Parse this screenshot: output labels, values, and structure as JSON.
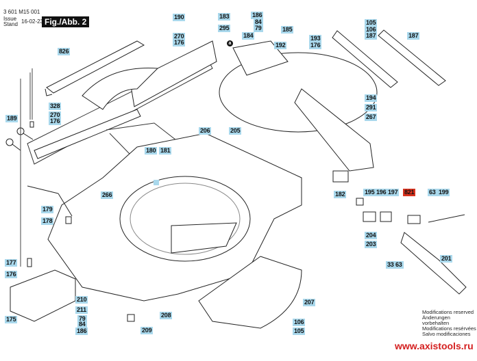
{
  "header": {
    "part_number": "3 601 M15 001",
    "issue_label": "Issue",
    "stand_label": "Stand",
    "date": "16-02-23",
    "figure": "Fig./Abb. 2"
  },
  "callout_marker": "a",
  "colors": {
    "label_bg": "#a9d8ec",
    "highlight_label_bg": "#d8321e",
    "website_text": "#d42020",
    "figure_bg": "#111111"
  },
  "part_labels": [
    {
      "id": "826",
      "highlight": false
    },
    {
      "id": "190",
      "highlight": false
    },
    {
      "id": "270",
      "highlight": false
    },
    {
      "id": "176",
      "highlight": false
    },
    {
      "id": "183",
      "highlight": false
    },
    {
      "id": "295",
      "highlight": false
    },
    {
      "id": "186",
      "highlight": false
    },
    {
      "id": "84",
      "highlight": false
    },
    {
      "id": "79",
      "highlight": false
    },
    {
      "id": "185",
      "highlight": false
    },
    {
      "id": "184",
      "highlight": false
    },
    {
      "id": "193",
      "highlight": false
    },
    {
      "id": "176",
      "highlight": false
    },
    {
      "id": "192",
      "highlight": false
    },
    {
      "id": "105",
      "highlight": false
    },
    {
      "id": "106",
      "highlight": false
    },
    {
      "id": "187",
      "highlight": false
    },
    {
      "id": "187",
      "highlight": false
    },
    {
      "id": "328",
      "highlight": false
    },
    {
      "id": "270",
      "highlight": false
    },
    {
      "id": "176",
      "highlight": false
    },
    {
      "id": "189",
      "highlight": false
    },
    {
      "id": "194",
      "highlight": false
    },
    {
      "id": "291",
      "highlight": false
    },
    {
      "id": "267",
      "highlight": false
    },
    {
      "id": "206",
      "highlight": false
    },
    {
      "id": "205",
      "highlight": false
    },
    {
      "id": "180",
      "highlight": false
    },
    {
      "id": "181",
      "highlight": false
    },
    {
      "id": "266",
      "highlight": false
    },
    {
      "id": "182",
      "highlight": false
    },
    {
      "id": "195",
      "highlight": false
    },
    {
      "id": "196",
      "highlight": false
    },
    {
      "id": "197",
      "highlight": false
    },
    {
      "id": "821",
      "highlight": true
    },
    {
      "id": "63",
      "highlight": false
    },
    {
      "id": "199",
      "highlight": false
    },
    {
      "id": "179",
      "highlight": false
    },
    {
      "id": "178",
      "highlight": false
    },
    {
      "id": "204",
      "highlight": false
    },
    {
      "id": "203",
      "highlight": false
    },
    {
      "id": "33",
      "highlight": false
    },
    {
      "id": "63",
      "highlight": false
    },
    {
      "id": "201",
      "highlight": false
    },
    {
      "id": "177",
      "highlight": false
    },
    {
      "id": "176",
      "highlight": false
    },
    {
      "id": "175",
      "highlight": false
    },
    {
      "id": "210",
      "highlight": false
    },
    {
      "id": "211",
      "highlight": false
    },
    {
      "id": "79",
      "highlight": false
    },
    {
      "id": "84",
      "highlight": false
    },
    {
      "id": "186",
      "highlight": false
    },
    {
      "id": "209",
      "highlight": false
    },
    {
      "id": "208",
      "highlight": false
    },
    {
      "id": "207",
      "highlight": false
    },
    {
      "id": "106",
      "highlight": false
    },
    {
      "id": "105",
      "highlight": false
    }
  ],
  "notes": [
    "Modifications reserved",
    "Änderungen vorbehalten",
    "Modifications resérvées",
    "Salvo modificaciones"
  ],
  "website": "www.axistools.ru"
}
